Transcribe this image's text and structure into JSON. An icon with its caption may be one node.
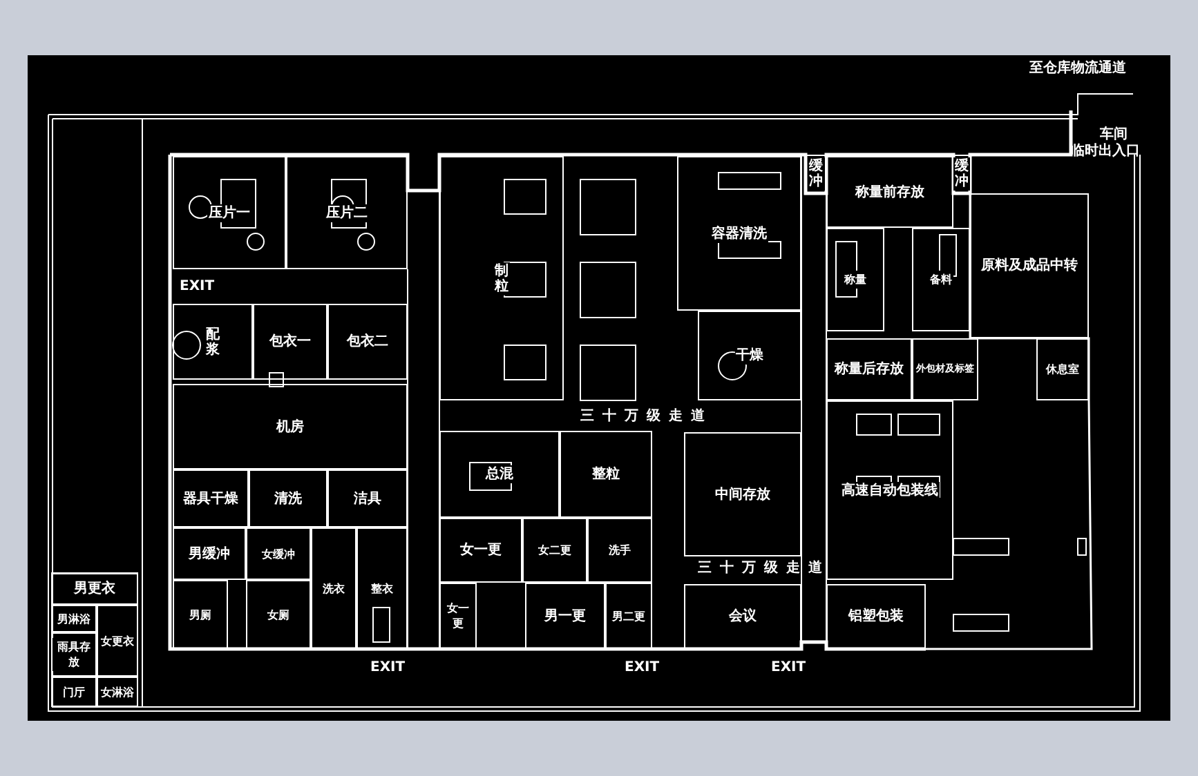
{
  "diagram": {
    "nodes": [
      {
        "text": [
          "压片一"
        ]
      },
      {
        "text": [
          "压片二"
        ]
      },
      {
        "text": [
          "配浆"
        ]
      },
      {
        "text": [
          "包衣一"
        ]
      },
      {
        "text": [
          "包衣二"
        ]
      },
      {
        "text": [
          "制粒"
        ]
      },
      {
        "text": [
          "容器清洗"
        ]
      },
      {
        "text": [
          "干燥"
        ]
      },
      {
        "text": [
          "机房"
        ]
      },
      {
        "text": [
          "器具干燥"
        ]
      },
      {
        "text": [
          "清洗"
        ]
      },
      {
        "text": [
          "洁具"
        ]
      },
      {
        "text": [
          "男缓冲"
        ]
      },
      {
        "text": [
          "女缓冲"
        ]
      },
      {
        "text": [
          "男厕"
        ]
      },
      {
        "text": [
          "女厕"
        ]
      },
      {
        "text": [
          "洗衣"
        ]
      },
      {
        "text": [
          "整衣"
        ]
      },
      {
        "text": [
          "总混"
        ]
      },
      {
        "text": [
          "整粒"
        ]
      },
      {
        "text": [
          "女一更"
        ]
      },
      {
        "text": [
          "女二更"
        ]
      },
      {
        "text": [
          "洗手"
        ]
      },
      {
        "text": [
          "女一更"
        ]
      },
      {
        "text": [
          "男一更"
        ]
      },
      {
        "text": [
          "男二更"
        ]
      },
      {
        "text": [
          "中间存放"
        ]
      },
      {
        "text": [
          "会议"
        ]
      },
      {
        "text": [
          "称量前存放"
        ]
      },
      {
        "text": [
          "称量"
        ]
      },
      {
        "text": [
          "备料"
        ]
      },
      {
        "text": [
          "称量后存放"
        ]
      },
      {
        "text": [
          "外包材及标签"
        ]
      },
      {
        "text": [
          "休息室"
        ]
      },
      {
        "text": [
          "原料及成品中转"
        ]
      },
      {
        "text": [
          "高速自动包装线"
        ]
      },
      {
        "text": [
          "铝塑包装"
        ]
      },
      {
        "text": [
          "缓冲"
        ]
      },
      {
        "text": [
          "缓冲"
        ]
      },
      {
        "text": [
          "男更衣"
        ]
      },
      {
        "text": [
          "男淋浴"
        ]
      },
      {
        "text": [
          "女更衣"
        ]
      },
      {
        "text": [
          "雨具存放"
        ]
      },
      {
        "text": [
          "门厅"
        ]
      },
      {
        "text": [
          "女淋浴"
        ]
      }
    ],
    "labels": [
      "至仓库物流通道",
      "车间",
      "临时出入口",
      "EXIT",
      "三十万级走道",
      "三十万级走道",
      "EXIT",
      "EXIT",
      "EXIT"
    ]
  }
}
